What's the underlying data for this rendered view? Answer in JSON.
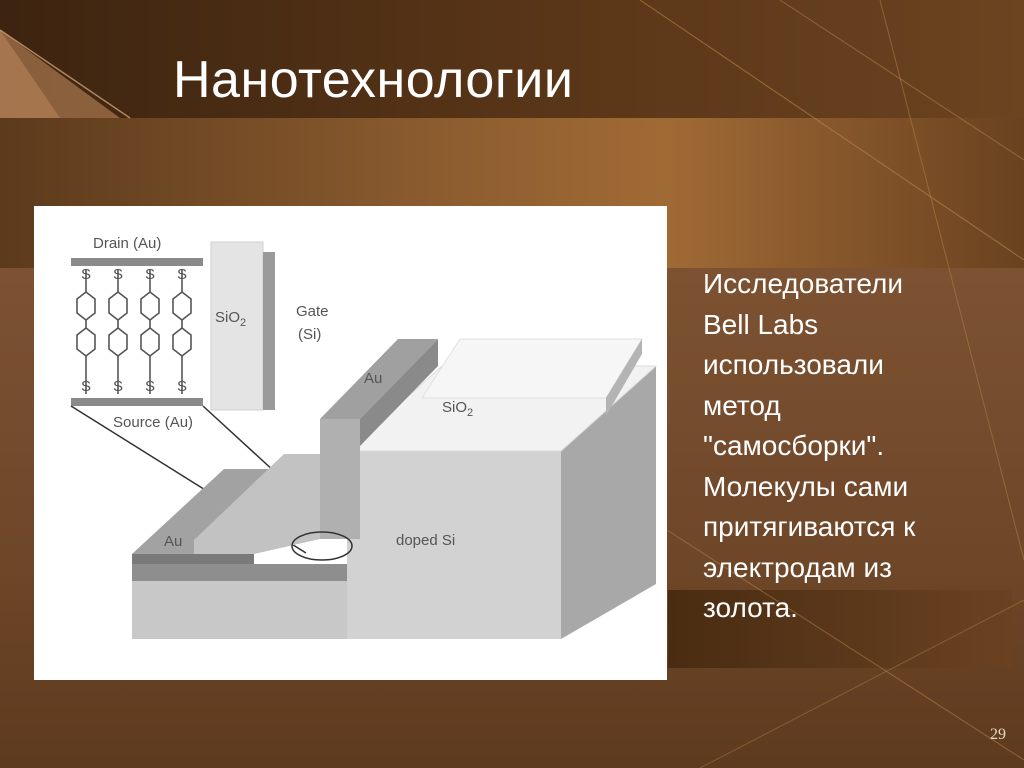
{
  "slide": {
    "title": "Нанотехнологии",
    "page_number": "29"
  },
  "figure": {
    "labels": {
      "drain": "Drain (Au)",
      "source": "Source (Au)",
      "sio2_left": "SiO",
      "sio2_left_sub": "2",
      "gate_line1": "Gate",
      "gate_line2": "(Si)",
      "au_top": "Au",
      "au_left": "Au",
      "sio2_right": "SiO",
      "sio2_right_sub": "2",
      "doped_si": "doped Si"
    },
    "molecule_end_label": "S"
  },
  "body": {
    "lines": [
      "Исследователи",
      "Bell Labs",
      "использовали",
      "метод",
      "\"самосборки\".",
      "Молекулы сами",
      "притягиваются к",
      "электродам из",
      "золота."
    ]
  },
  "colors": {
    "background_dark": "#3d2410",
    "background_light": "#a06a35",
    "text": "#ffffff"
  }
}
